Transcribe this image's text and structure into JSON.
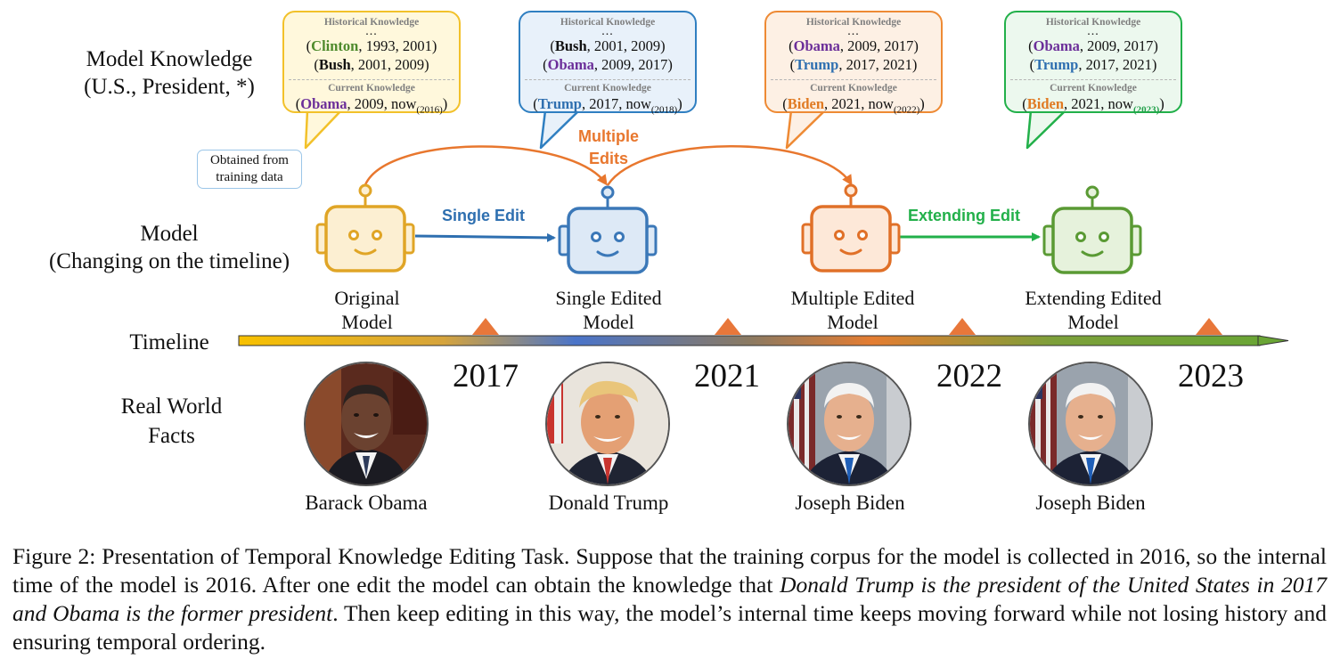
{
  "row_labels": {
    "knowledge_line1": "Model Knowledge",
    "knowledge_line2": "(U.S., President, *)",
    "model_line1": "Model",
    "model_line2": "(Changing on the timeline)",
    "timeline": "Timeline",
    "facts_line1": "Real World",
    "facts_line2": "Facts"
  },
  "bubbles": [
    {
      "historical_header": "Historical Knowledge",
      "dots": "...",
      "history": [
        {
          "name": "Clinton",
          "rest": ", 1993, 2001)",
          "color": "#4e8a2c"
        },
        {
          "name": "Bush",
          "rest": ", 2001, 2009)",
          "color": "#111111"
        }
      ],
      "current_header": "Current Knowledge",
      "current": {
        "name": "Obama",
        "rest": ", 2009, now",
        "sub": "(2016)",
        "close": ")",
        "color": "#6b2e99"
      }
    },
    {
      "historical_header": "Historical Knowledge",
      "dots": "...",
      "history": [
        {
          "name": "Bush",
          "rest": ", 2001, 2009)",
          "color": "#111111"
        },
        {
          "name": "Obama",
          "rest": ", 2009, 2017)",
          "color": "#6b2e99"
        }
      ],
      "current_header": "Current Knowledge",
      "current": {
        "name": "Trump",
        "rest": ", 2017, now",
        "sub": "(2018)",
        "close": ")",
        "color": "#2e6fb0"
      }
    },
    {
      "historical_header": "Historical Knowledge",
      "dots": "...",
      "history": [
        {
          "name": "Obama",
          "rest": ", 2009, 2017)",
          "color": "#6b2e99"
        },
        {
          "name": "Trump",
          "rest": ", 2017, 2021)",
          "color": "#2e6fb0"
        }
      ],
      "current_header": "Current Knowledge",
      "current": {
        "name": "Biden",
        "rest": ", 2021, now",
        "sub": "(2022)",
        "close": ")",
        "color": "#e07a22"
      }
    },
    {
      "historical_header": "Historical Knowledge",
      "dots": "...",
      "history": [
        {
          "name": "Obama",
          "rest": ", 2009, 2017)",
          "color": "#6b2e99"
        },
        {
          "name": "Trump",
          "rest": ", 2017, 2021)",
          "color": "#2e6fb0"
        }
      ],
      "current_header": "Current Knowledge",
      "current": {
        "name": "Biden",
        "rest": ", 2021, now",
        "sub": "(2023)",
        "close": ")",
        "color": "#e07a22",
        "sub_color": "#22a04a"
      }
    }
  ],
  "training_note_line1": "Obtained from",
  "training_note_line2": "training data",
  "edits": {
    "single": "Single Edit",
    "multiple_line1": "Multiple",
    "multiple_line2": "Edits",
    "extending": "Extending Edit"
  },
  "models": [
    {
      "line1": "Original",
      "line2": "Model",
      "color": "#e0a526",
      "fill": "#fcefd2"
    },
    {
      "line1": "Single Edited",
      "line2": "Model",
      "color": "#3b78b8",
      "fill": "#dde9f6"
    },
    {
      "line1": "Multiple Edited",
      "line2": "Model",
      "color": "#e07028",
      "fill": "#fde8d8"
    },
    {
      "line1": "Extending Edited",
      "line2": "Model",
      "color": "#5a9a34",
      "fill": "#e6f2dc"
    }
  ],
  "years": [
    "2017",
    "2021",
    "2022",
    "2023"
  ],
  "people": [
    "Barack Obama",
    "Donald Trump",
    "Joseph Biden",
    "Joseph Biden"
  ],
  "caption": {
    "part1": "Figure 2: Presentation of Temporal Knowledge Editing Task. Suppose that the training corpus for the model is collected in 2016, so the internal time of the model is 2016. After one edit the model can obtain the knowledge that ",
    "italic1": "Donald Trump is the president of the United States in 2017 and Obama is the former president",
    "part2": ". Then keep editing in this way, the model’s internal time keeps moving forward while not losing history and ensuring temporal ordering."
  }
}
